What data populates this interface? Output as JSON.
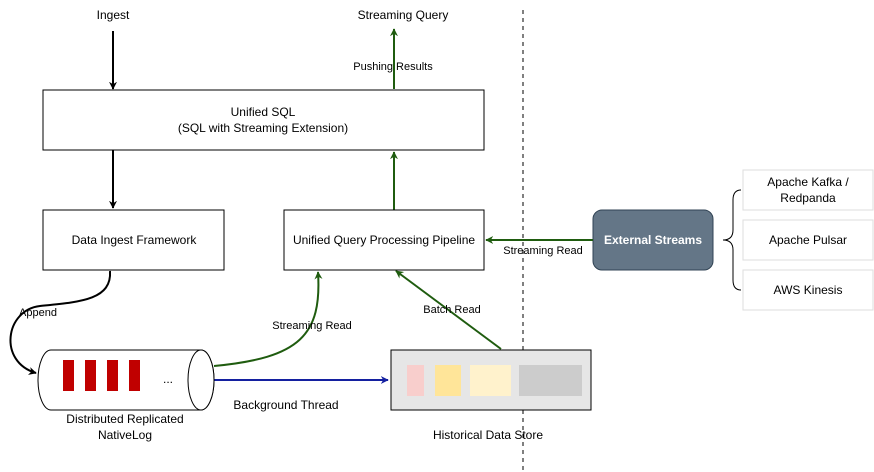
{
  "labels": {
    "ingest": "Ingest",
    "streaming_query": "Streaming Query",
    "pushing_results": "Pushing Results",
    "unified_sql_line1": "Unified SQL",
    "unified_sql_line2": "(SQL with Streaming Extension)",
    "data_ingest_framework": "Data Ingest Framework",
    "unified_query_pipeline": "Unified Query Processing Pipeline",
    "external_streams": "External Streams",
    "streaming_read_external": "Streaming Read",
    "apache_kafka_line1": "Apache Kafka /",
    "apache_kafka_line2": "Redpanda",
    "apache_pulsar": "Apache Pulsar",
    "aws_kinesis": "AWS Kinesis",
    "append": "Append",
    "streaming_read_log": "Streaming Read",
    "batch_read": "Batch Read",
    "nativelog_ellipsis": "...",
    "distributed_line1": "Distributed Replicated",
    "distributed_line2": "NativeLog",
    "background_thread": "Background Thread",
    "historical_data_store": "Historical Data Store"
  },
  "colors": {
    "black_arrow": "#000000",
    "green_arrow": "#1f5c0f",
    "blue_arrow": "#1420a0",
    "external_fill": "#647687",
    "external_stroke": "#314354",
    "external_text": "#ffffff",
    "log_block": "#c00000",
    "store_fill": "#e6e6e6",
    "segment_1": "#f8cecc",
    "segment_2": "#ffe599",
    "segment_3": "#fff2cc",
    "segment_4": "#cccccc",
    "source_border": "#dddddd"
  },
  "icons": {
    "nativelog_shape": "horizontal-cylinder"
  }
}
